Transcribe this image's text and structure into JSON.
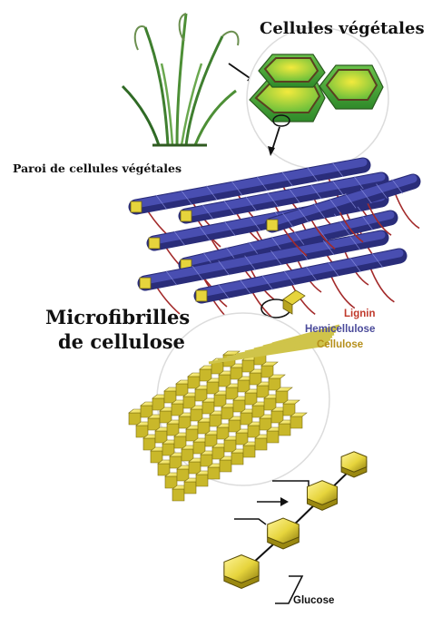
{
  "labels": {
    "plant_cells": "Cellules végétales",
    "cell_wall": "Paroi de cellules végétales",
    "microfibrils_line1": "Microfibrilles",
    "microfibrils_line2": "de cellulose",
    "glucose": "Glucose"
  },
  "legend": [
    {
      "label": "Lignin",
      "color": "#c0392b"
    },
    {
      "label": "Hemicellulose",
      "color": "#4a4a9a"
    },
    {
      "label": "Cellulose",
      "color": "#b58f1a"
    }
  ],
  "colors": {
    "plant_green": "#3f7f2f",
    "cell_green": "#5bb53a",
    "cell_yellow": "#e2d33a",
    "fiber_blue": "#3a3fa0",
    "lignin_red": "#a32a2a",
    "cellulose_yellow": "#e6d43c"
  }
}
